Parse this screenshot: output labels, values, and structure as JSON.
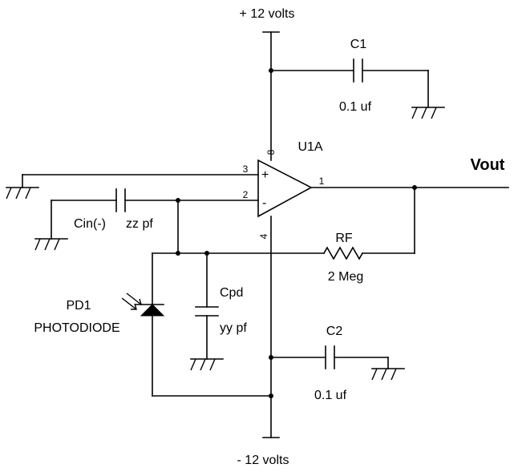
{
  "supply": {
    "positive": "+ 12 volts",
    "negative": "- 12 volts"
  },
  "opamp": {
    "ref": "U1A",
    "pin_noninverting": "3",
    "pin_inverting": "2",
    "pin_output": "1",
    "pin_vplus": "8",
    "pin_vminus": "4",
    "plus_symbol": "+",
    "minus_symbol": "-"
  },
  "output": {
    "label": "Vout"
  },
  "c1": {
    "ref": "C1",
    "value": "0.1 uf"
  },
  "c2": {
    "ref": "C2",
    "value": "0.1 uf"
  },
  "cin": {
    "ref": "Cin(-)",
    "value": "zz pf"
  },
  "cpd": {
    "ref": "Cpd",
    "value": "yy pf"
  },
  "rf": {
    "ref": "RF",
    "value": "2 Meg"
  },
  "pd1": {
    "ref": "PD1",
    "type": "PHOTODIODE"
  }
}
